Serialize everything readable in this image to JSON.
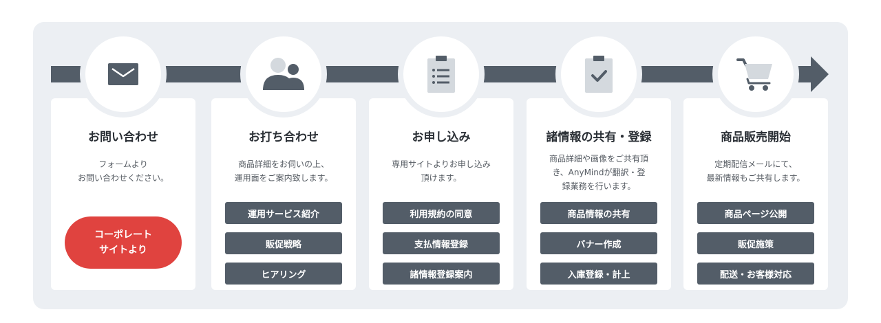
{
  "steps": [
    {
      "icon": "envelope-icon",
      "title": "お問い合わせ",
      "desc_lines": [
        "フォームより",
        "お問い合わせください。"
      ],
      "cta": {
        "lines": [
          "コーポレート",
          "サイトより"
        ]
      }
    },
    {
      "icon": "people-icon",
      "title": "お打ち合わせ",
      "desc_lines": [
        "商品詳細をお伺いの上、",
        "運用面をご案内致します。"
      ],
      "buttons": [
        "運用サービス紹介",
        "販促戦略",
        "ヒアリング"
      ]
    },
    {
      "icon": "clipboard-list-icon",
      "title": "お申し込み",
      "desc_lines": [
        "専用サイトよりお申し込み",
        "頂けます。"
      ],
      "buttons": [
        "利用規約の同意",
        "支払情報登録",
        "諸情報登録案内"
      ]
    },
    {
      "icon": "clipboard-check-icon",
      "title": "諸情報の共有・登録",
      "desc_lines": [
        "商品詳細や画像をご共有頂",
        "き、AnyMindが翻訳・登",
        "録業務を行います。"
      ],
      "buttons": [
        "商品情報の共有",
        "バナー作成",
        "入庫登録・計上"
      ]
    },
    {
      "icon": "shopping-cart-icon",
      "title": "商品販売開始",
      "desc_lines": [
        "定期配信メールにて、",
        "最新情報もご共有します。"
      ],
      "buttons": [
        "商品ページ公開",
        "販促施策",
        "配送・お客様対応"
      ]
    }
  ],
  "colors": {
    "panel_bg": "#eceff3",
    "dark": "#535d68",
    "accent": "#e0433f",
    "icon_light": "#d4d9de"
  }
}
